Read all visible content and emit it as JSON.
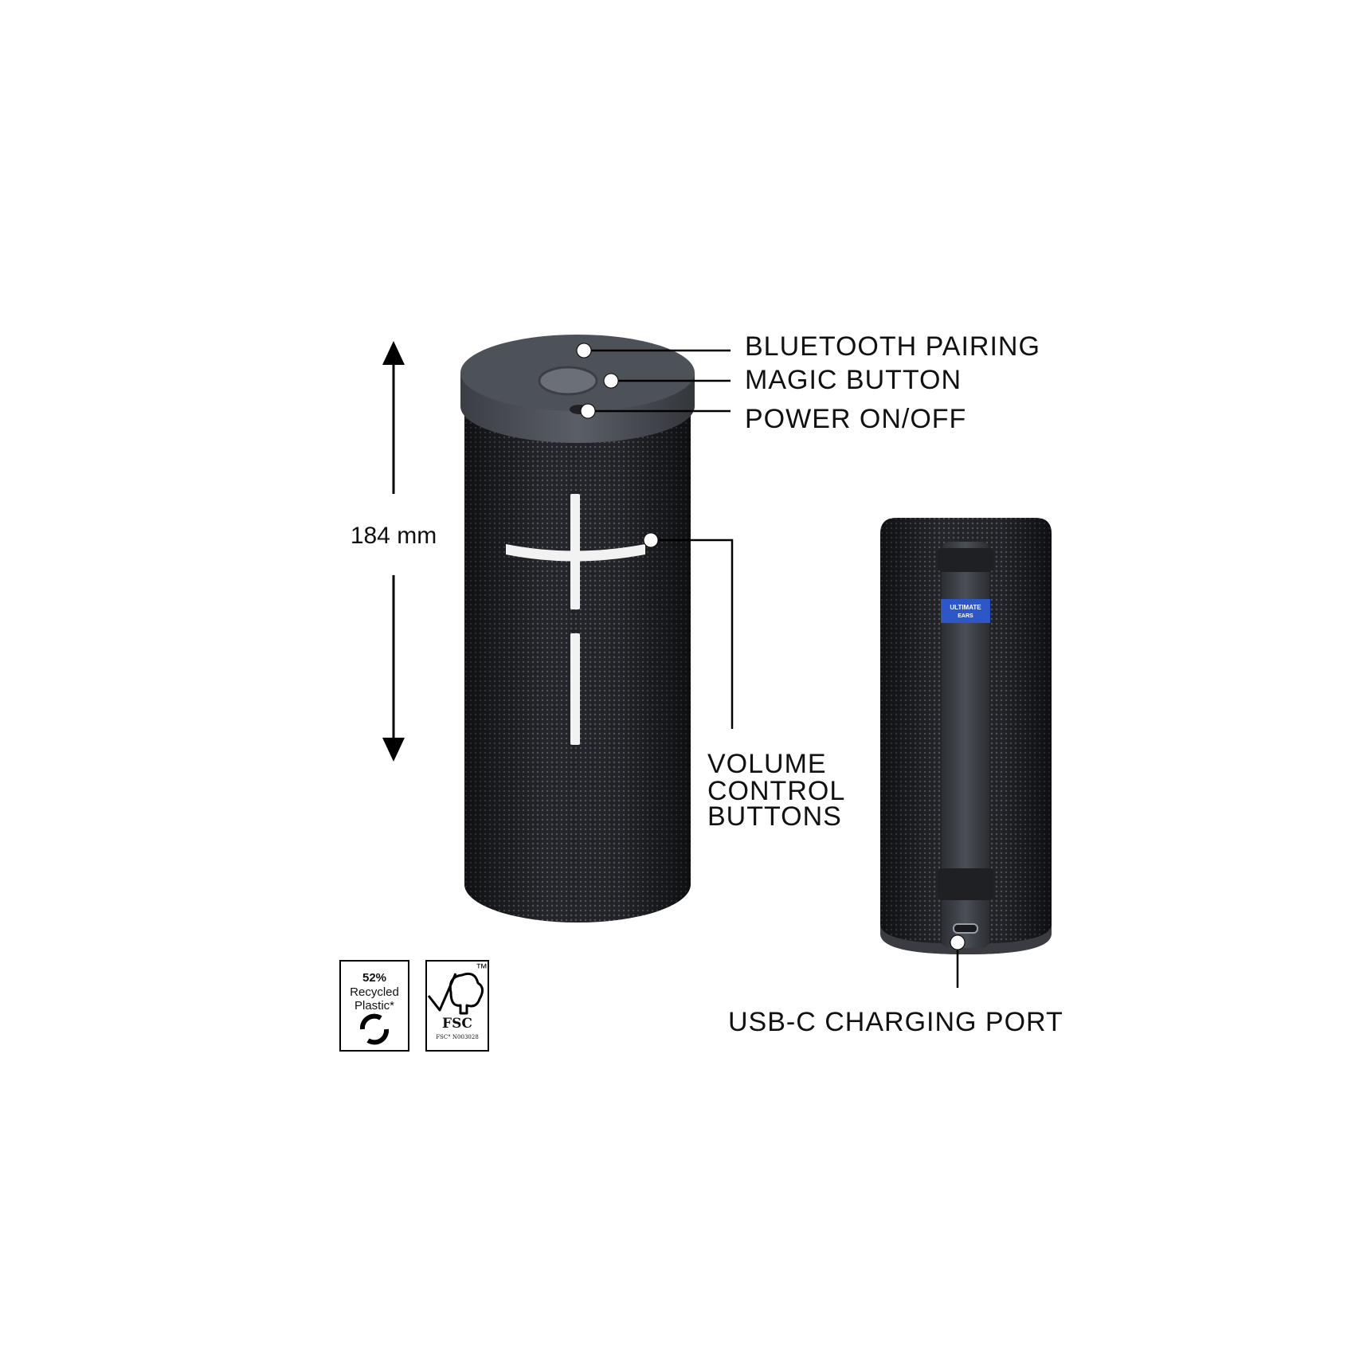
{
  "callouts": {
    "bluetooth_pairing": "BLUETOOTH PAIRING",
    "magic_button": "MAGIC BUTTON",
    "power": "POWER ON/OFF",
    "volume_line1": "VOLUME",
    "volume_line2": "CONTROL",
    "volume_line3": "BUTTONS",
    "usb": "USB-C CHARGING PORT"
  },
  "dimension": {
    "height_label": "184 mm"
  },
  "brand_tag": {
    "line1": "ULTIMATE",
    "line2": "EARS"
  },
  "badges": {
    "recycled": {
      "percent": "52%",
      "line1": "Recycled",
      "line2": "Plastic*"
    },
    "fsc": {
      "name": "FSC",
      "tm": "™",
      "code": "FSC° N003028"
    }
  },
  "colors": {
    "speaker_body": "#2b2d31",
    "speaker_cap": "#4a4e55",
    "strap": "#3a3d43",
    "brand_tag": "#2d57c8",
    "cross": "#f2f2f2",
    "ink": "#111111"
  }
}
